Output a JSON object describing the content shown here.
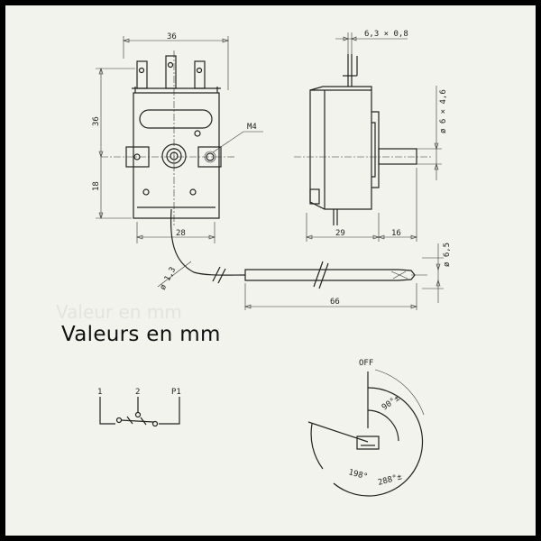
{
  "caption": "Valeurs en mm",
  "watermark": "Valeur en mm",
  "front_view": {
    "width_dim": "36",
    "height_dim": "36",
    "lower_dim": "18",
    "bottom_dim": "28",
    "thread_label": "M4"
  },
  "side_view": {
    "terminal_dim": "6,3 × 0,8",
    "shaft_dim": "ø 6 × 4,6",
    "body_dim": "29",
    "shaft_len_dim": "16"
  },
  "bulb": {
    "capillary_dim": "ø 1,3",
    "diameter_dim": "ø 6,5",
    "length_dim": "66"
  },
  "wiring": {
    "terminal_1": "1",
    "terminal_2": "2",
    "terminal_p1": "P1"
  },
  "dial": {
    "off_label": "OFF",
    "angle_90": "90°±",
    "angle_198": "198°",
    "angle_288": "288°±"
  }
}
